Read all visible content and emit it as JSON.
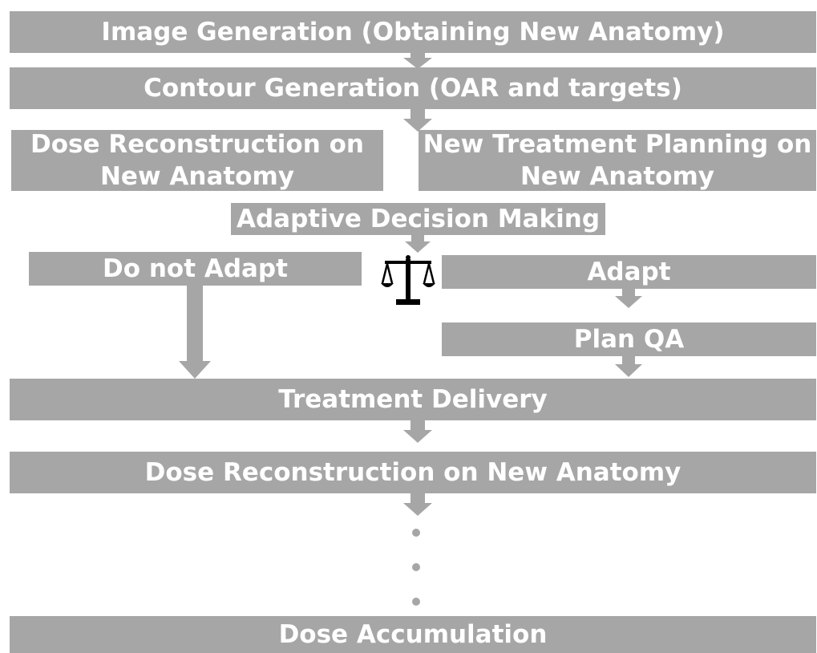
{
  "steps": {
    "image_generation": "Image Generation (Obtaining New Anatomy)",
    "contour_generation": "Contour Generation (OAR and targets)",
    "dose_recon_left_line1": "Dose Reconstruction on",
    "dose_recon_left_line2": "New Anatomy",
    "new_planning_line1": "New Treatment Planning on",
    "new_planning_line2": "New Anatomy",
    "adaptive_decision": "Adaptive Decision Making",
    "do_not_adapt": "Do not Adapt",
    "adapt": "Adapt",
    "plan_qa": "Plan QA",
    "treatment_delivery": "Treatment Delivery",
    "dose_reconstruction": "Dose Reconstruction on New Anatomy",
    "dose_accumulation": "Dose Accumulation"
  },
  "icons": {
    "decision": "balance-scale-icon",
    "continuation": "vertical-ellipsis"
  },
  "colors": {
    "box": "#a6a6a6",
    "text": "#ffffff",
    "icon": "#000000"
  }
}
